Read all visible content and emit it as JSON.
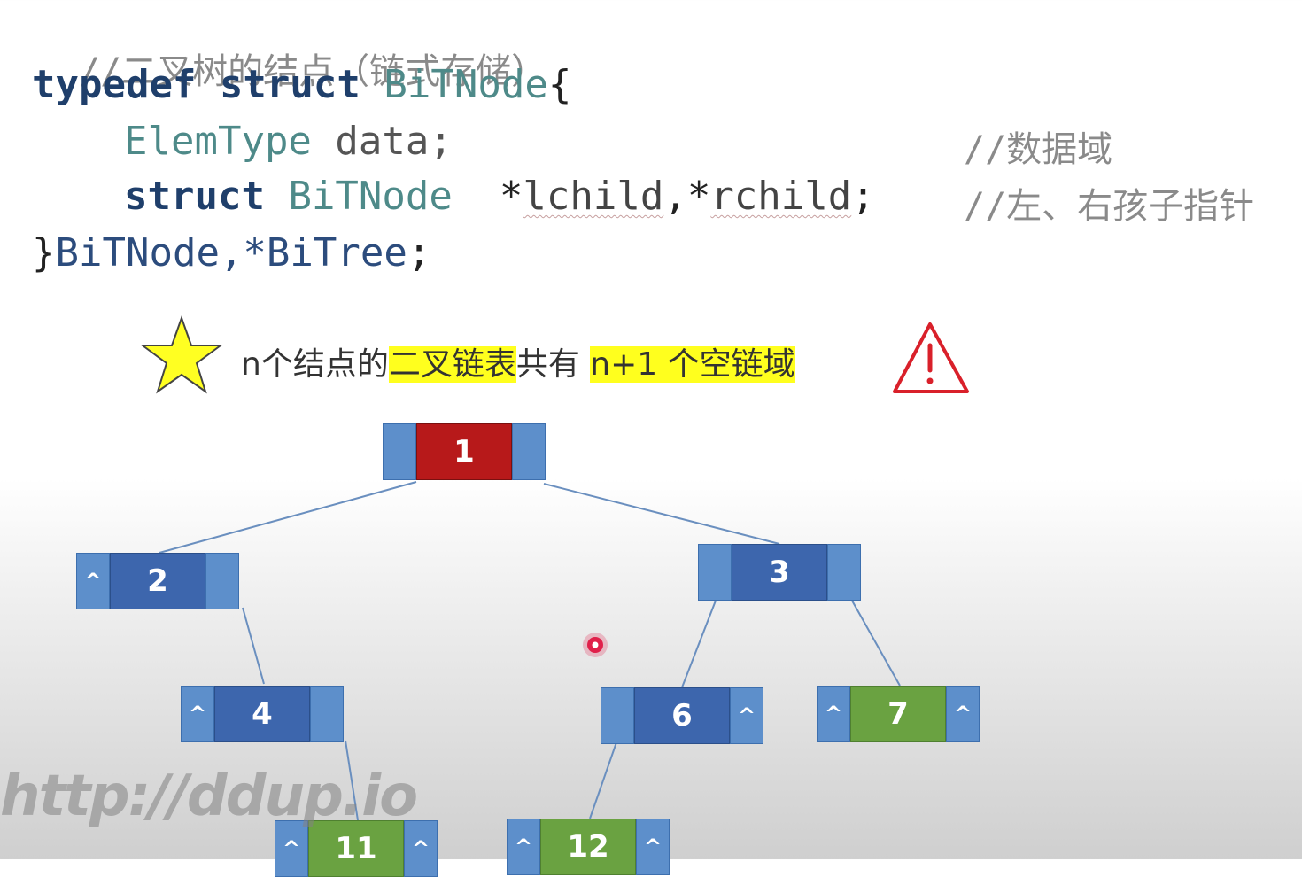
{
  "code": {
    "comment_header": "//二叉树的结点（链式存储）",
    "line1": {
      "kw": "typedef struct",
      "name": "BiTNode",
      "brace": "{"
    },
    "line2": {
      "type": "ElemType",
      "field": "data;",
      "comment": "//数据域"
    },
    "line3": {
      "kw": "struct",
      "type": "BiTNode",
      "ptr1": "*",
      "lchild": "lchild",
      "mid": ",*",
      "rchild": "rchild",
      "semi": ";",
      "comment": "//左、右孩子指针"
    },
    "line4": {
      "brace": "}",
      "names": "BiTNode,*BiTree",
      "semi": ";"
    }
  },
  "note": {
    "prefix": "n个结点的",
    "hl1": "二叉链表",
    "middle": "共有 ",
    "hl2": "n+1 个空链域"
  },
  "tree": {
    "null_marker": "^",
    "nodes": {
      "n1": {
        "label": "1",
        "left": "",
        "right": ""
      },
      "n2": {
        "label": "2",
        "left": "^",
        "right": ""
      },
      "n3": {
        "label": "3",
        "left": "",
        "right": ""
      },
      "n4": {
        "label": "4",
        "left": "^",
        "right": ""
      },
      "n6": {
        "label": "6",
        "left": "",
        "right": "^"
      },
      "n7": {
        "label": "7",
        "left": "^",
        "right": "^"
      },
      "n11": {
        "label": "11",
        "left": "^",
        "right": "^"
      },
      "n12": {
        "label": "12",
        "left": "^",
        "right": "^"
      }
    }
  },
  "colors": {
    "star": "#ffff22",
    "warning": "#d9202a",
    "cursor": "#e0204a"
  },
  "watermark": "http://ddup.io"
}
